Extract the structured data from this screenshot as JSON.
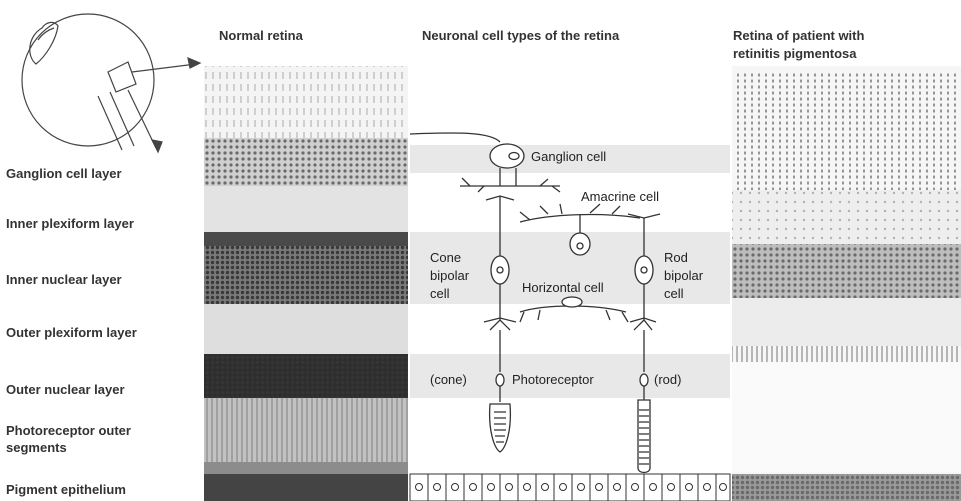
{
  "column_titles": {
    "normal": "Normal retina",
    "neuronal": "Neuronal cell types of the retina",
    "rp_line1": "Retina of patient with",
    "rp_line2": "retinitis pigmentosa"
  },
  "layers": [
    "Ganglion cell layer",
    "Inner plexiform layer",
    "Inner nuclear layer",
    "Outer plexiform layer",
    "Outer nuclear layer",
    "Photoreceptor outer",
    "segments",
    "Pigment epithelium"
  ],
  "cells": {
    "ganglion": "Ganglion cell",
    "amacrine": "Amacrine cell",
    "cone_bipolar_1": "Cone",
    "cone_bipolar_2": "bipolar",
    "cone_bipolar_3": "cell",
    "rod_bipolar_1": "Rod",
    "rod_bipolar_2": "bipolar",
    "rod_bipolar_3": "cell",
    "horizontal": "Horizontal cell",
    "cone": "(cone)",
    "photoreceptor": "Photoreceptor",
    "rod": "(rod)"
  },
  "colors": {
    "band": "#e6e6e6",
    "line": "#333333"
  }
}
